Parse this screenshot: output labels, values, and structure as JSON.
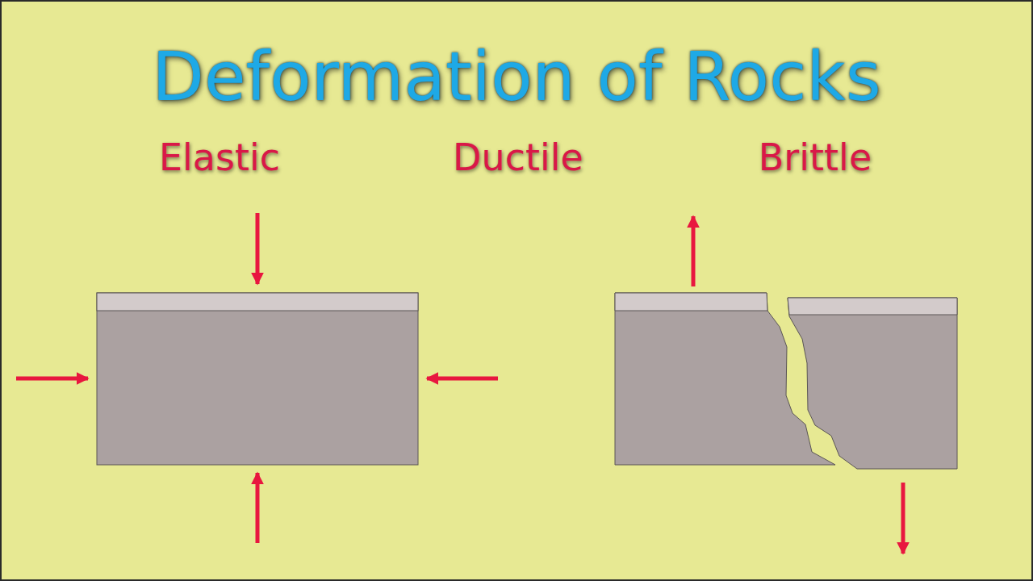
{
  "diagram": {
    "title": "Deformation of Rocks",
    "labels": [
      "Elastic",
      "Ductile",
      "Brittle"
    ]
  }
}
